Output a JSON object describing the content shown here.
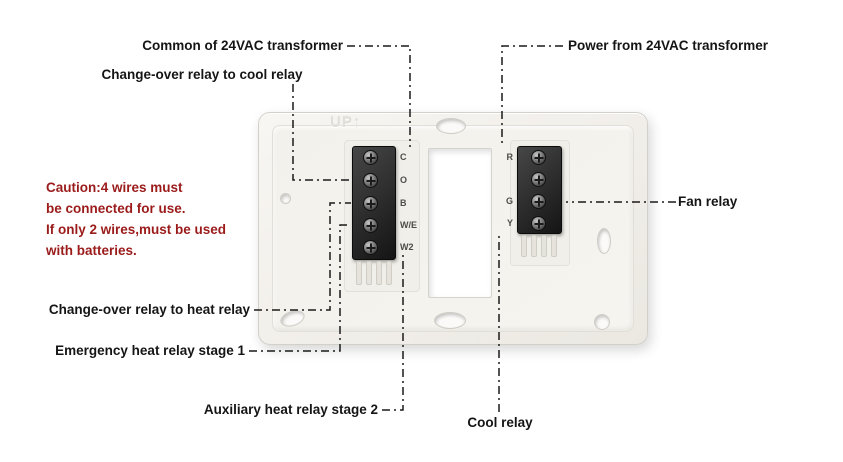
{
  "diagram": {
    "callouts": {
      "common_24vac": "Common of 24VAC transformer",
      "changeover_cool": "Change-over relay to cool relay",
      "power_24vac": "Power from  24VAC transformer",
      "fan_relay": "Fan relay",
      "changeover_heat": "Change-over relay to heat relay",
      "emergency_heat_stage1": "Emergency heat relay stage 1",
      "auxiliary_heat_stage2": "Auxiliary heat relay stage 2",
      "cool_relay": "Cool relay"
    },
    "caution": {
      "line1": "Caution:4 wires must",
      "line2": "be connected for use.",
      "line3": "If only 2 wires,must be used",
      "line4": "with batteries.",
      "color": "#9b1b1b"
    },
    "plate": {
      "embossed_text": "UP↑",
      "left_terminals": [
        "C",
        "O",
        "B",
        "W/E",
        "W2"
      ],
      "right_terminals": [
        "R",
        "G",
        "Y"
      ]
    },
    "colors": {
      "callout_text": "#151515",
      "caution_text": "#9b1b1b",
      "line": "#1a1a1a",
      "plate": "#f2f0ea",
      "terminal_block": "#1e1e1e"
    }
  }
}
